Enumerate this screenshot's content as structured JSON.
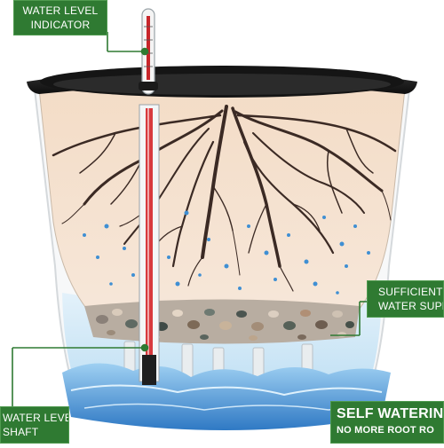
{
  "labels": {
    "water_level_indicator": {
      "line1": "WATER LEVEL",
      "line2": "INDICATOR"
    },
    "sufficient_water_supply": {
      "line1": "SUFFICIENT",
      "line2": "WATER SUPPL"
    },
    "water_level_shaft": {
      "line1": "WATER LEVEL",
      "line2": "SHAFT"
    },
    "self_watering": {
      "line1": "SELF WATERING",
      "line2": "NO MORE ROOT RO"
    }
  },
  "colors": {
    "label_green": "#2f7a32",
    "pot_rim": "#1f1f1f",
    "soil_cream": "#f5e2cf",
    "water_blue": "#3f8fd3",
    "roots": "#3b2a24",
    "indicator_red": "#c8262b"
  }
}
